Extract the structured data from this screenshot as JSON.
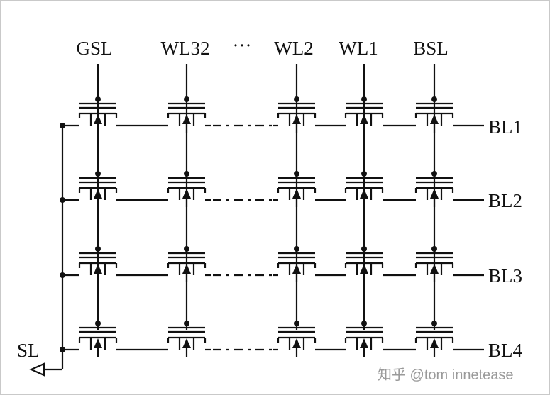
{
  "columns": [
    {
      "id": "gsl",
      "label": "GSL"
    },
    {
      "id": "wl32",
      "label": "WL32"
    },
    {
      "id": "wl2",
      "label": "WL2"
    },
    {
      "id": "wl1",
      "label": "WL1"
    },
    {
      "id": "bsl",
      "label": "BSL"
    }
  ],
  "ellipsis_label": "···",
  "rows": [
    {
      "id": "bl1",
      "label": "BL1"
    },
    {
      "id": "bl2",
      "label": "BL2"
    },
    {
      "id": "bl3",
      "label": "BL3"
    },
    {
      "id": "bl4",
      "label": "BL4"
    }
  ],
  "source_line_label": "SL",
  "watermark": "知乎 @tom innetease",
  "colors": {
    "line": "#111111",
    "watermark": "#9a9a9a",
    "frame": "#c9c9c9"
  }
}
